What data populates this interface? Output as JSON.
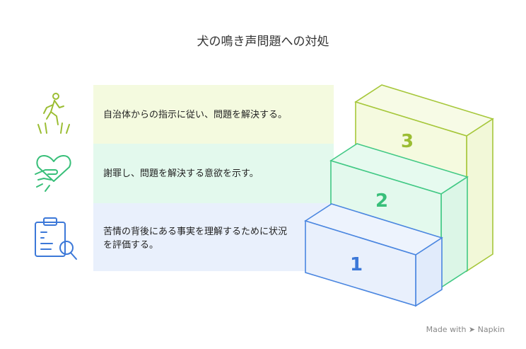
{
  "title": "犬の鳴き声問題への対処",
  "steps": [
    {
      "number": "3",
      "text": "自治体からの指示に従い、問題を解決する。",
      "icon": "person-walking-icon",
      "band_color": "#f4fadf",
      "outline_color": "#a6c73a",
      "number_color": "#9bbd33"
    },
    {
      "number": "2",
      "text": "謝罪し、問題を解決する意欲を示す。",
      "icon": "heart-hand-icon",
      "band_color": "#e3f9ed",
      "outline_color": "#42c985",
      "number_color": "#38bf79"
    },
    {
      "number": "1",
      "text": "苦情の背後にある事実を理解するために状況を評価する。",
      "icon": "clipboard-search-icon",
      "band_color": "#e9f0fc",
      "outline_color": "#4a86e0",
      "number_color": "#3c78d8"
    }
  ],
  "footer": {
    "made_with": "Made with",
    "brand": "Napkin"
  }
}
